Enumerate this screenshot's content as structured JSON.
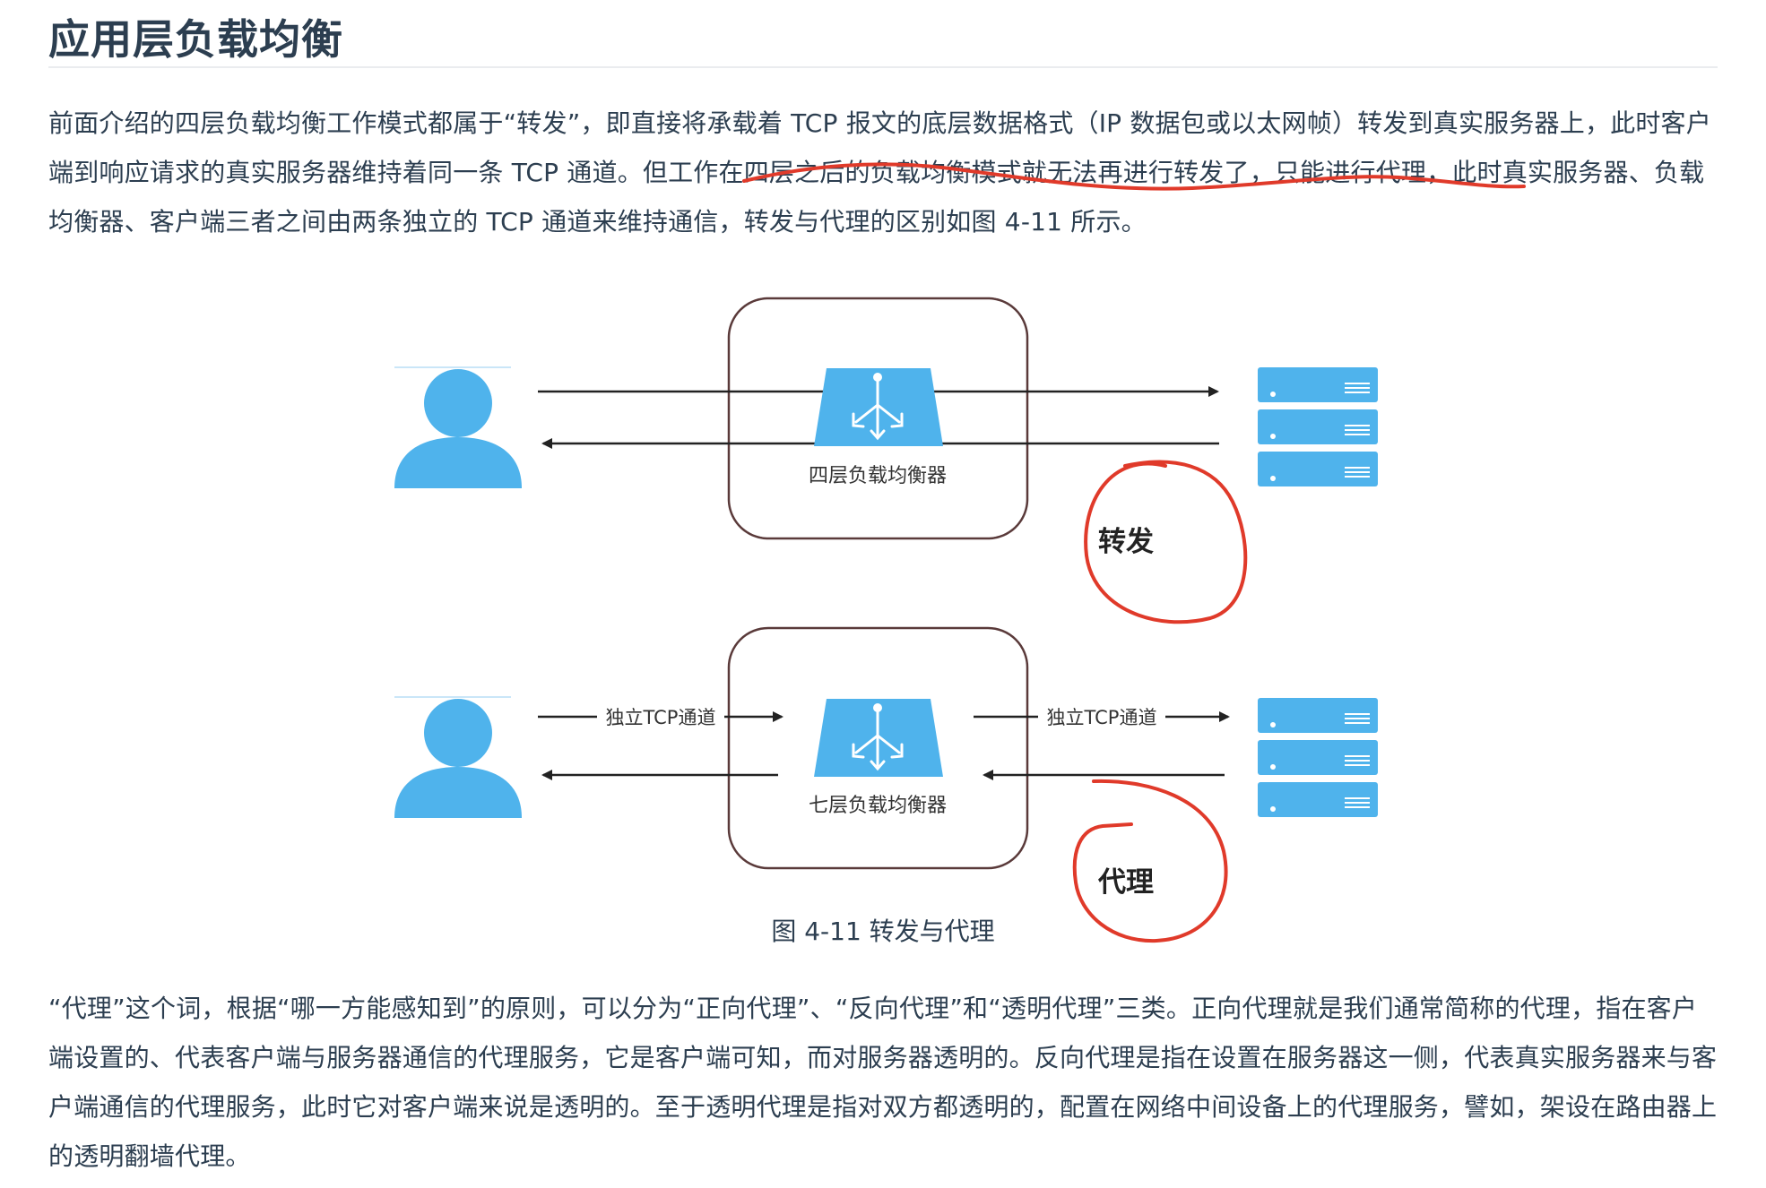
{
  "heading": "应用层负载均衡",
  "paragraph1": "前面介绍的四层负载均衡工作模式都属于“转发”，即直接将承载着 TCP 报文的底层数据格式（IP 数据包或以太网帧）转发到真实服务器上，此时客户端到响应请求的真实服务器维持着同一条 TCP 通道。但工作在四层之后的负载均衡模式就无法再进行转发了，只能进行代理，此时真实服务器、负载均衡器、客户端三者之间由两条独立的 TCP 通道来维持通信，转发与代理的区别如图 4-11 所示。",
  "diagram": {
    "l4_label": "四层负载均衡器",
    "l7_label": "七层负载均衡器",
    "tcp_label_left": "独立TCP通道",
    "tcp_label_right": "独立TCP通道",
    "annotation_forward": "转发",
    "annotation_proxy": "代理"
  },
  "caption": "图 4-11 转发与代理",
  "paragraph2": "“代理”这个词，根据“哪一方能感知到”的原则，可以分为“正向代理”、“反向代理”和“透明代理”三类。正向代理就是我们通常简称的代理，指在客户端设置的、代表客户端与服务器通信的代理服务，它是客户端可知，而对服务器透明的。反向代理是指在设置在服务器这一侧，代表真实服务器来与客户端通信的代理服务，此时它对客户端来说是透明的。至于透明代理是指对双方都透明的，配置在网络中间设备上的代理服务，譬如，架设在路由器上的透明翻墙代理。",
  "colors": {
    "text": "#2c3e50",
    "icon_blue": "#4fb3ec",
    "box_border": "#5a3a3a",
    "annotation_red": "#e03a2a",
    "arrow": "#222222"
  }
}
